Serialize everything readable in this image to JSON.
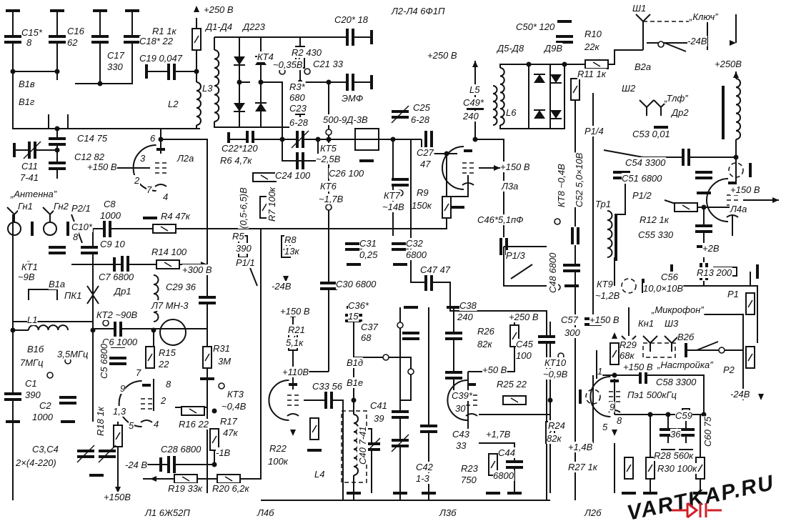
{
  "diagram_title": "Л2-Л4 6Ф1П",
  "tube_labels": {
    "l1": "Л1 6Ж52П",
    "l4b": "Л4б",
    "l3b": "Л3б",
    "l2b": "Л2б"
  },
  "watermark": "VARTKAP.RU",
  "watermark_color": "#d0202a",
  "labels": [
    {
      "id": "p250a",
      "text": "+250 В"
    },
    {
      "id": "c15",
      "text": "C15*"
    },
    {
      "id": "c15v",
      "text": "8"
    },
    {
      "id": "c16",
      "text": "C16"
    },
    {
      "id": "c16v",
      "text": "62"
    },
    {
      "id": "c17",
      "text": "C17"
    },
    {
      "id": "c17v",
      "text": "330"
    },
    {
      "id": "c18",
      "text": "C18* 22"
    },
    {
      "id": "r1",
      "text": "R1 1к"
    },
    {
      "id": "c19",
      "text": "C19 0,047"
    },
    {
      "id": "b1v",
      "text": "В1в"
    },
    {
      "id": "b1g",
      "text": "В1г"
    },
    {
      "id": "l2",
      "text": "L2"
    },
    {
      "id": "d14",
      "text": "Д1-Д4"
    },
    {
      "id": "d223",
      "text": "Д223"
    },
    {
      "id": "kt4",
      "text": "КТ4"
    },
    {
      "id": "kt4v",
      "text": "~0,35В"
    },
    {
      "id": "l3",
      "text": "L3"
    },
    {
      "id": "r2",
      "text": "R2 430"
    },
    {
      "id": "c21",
      "text": "C21 33"
    },
    {
      "id": "c20",
      "text": "C20* 18"
    },
    {
      "id": "r3",
      "text": "R3*"
    },
    {
      "id": "r3v",
      "text": "680"
    },
    {
      "id": "c23",
      "text": "C23"
    },
    {
      "id": "c23v",
      "text": "6-28"
    },
    {
      "id": "emf",
      "text": "ЭМФ"
    },
    {
      "id": "emfv",
      "text": "500-9Д-3В"
    },
    {
      "id": "c14",
      "text": "C14 75"
    },
    {
      "id": "c12",
      "text": "C12 82"
    },
    {
      "id": "c11",
      "text": "C11"
    },
    {
      "id": "c11v",
      "text": "7-41"
    },
    {
      "id": "pin6",
      "text": "6"
    },
    {
      "id": "pin3",
      "text": "3"
    },
    {
      "id": "l2a",
      "text": "Л2а"
    },
    {
      "id": "p150a",
      "text": "+150 В"
    },
    {
      "id": "pin2",
      "text": "2"
    },
    {
      "id": "pin7",
      "text": "7"
    },
    {
      "id": "pin4",
      "text": "4"
    },
    {
      "id": "c22",
      "text": "C22*120"
    },
    {
      "id": "r6",
      "text": "R6 4,7к"
    },
    {
      "id": "c24",
      "text": "C24 100"
    },
    {
      "id": "kt5",
      "text": "КТ5"
    },
    {
      "id": "kt5v",
      "text": "~2,5В"
    },
    {
      "id": "c26",
      "text": "C26 100"
    },
    {
      "id": "kt6",
      "text": "КТ6"
    },
    {
      "id": "kt6v",
      "text": "~1,7В"
    },
    {
      "id": "kt7",
      "text": "КТ7"
    },
    {
      "id": "kt7v",
      "text": "~14В"
    },
    {
      "id": "c25",
      "text": "C25"
    },
    {
      "id": "c25v",
      "text": "6-28"
    },
    {
      "id": "c27",
      "text": "C27"
    },
    {
      "id": "c27v",
      "text": "47"
    },
    {
      "id": "r9",
      "text": "R9"
    },
    {
      "id": "r9v",
      "text": "150к"
    },
    {
      "id": "p150b",
      "text": "+150 В"
    },
    {
      "id": "l3a",
      "text": "Л3а"
    },
    {
      "id": "p250b",
      "text": "+250 В"
    },
    {
      "id": "l5",
      "text": "L5"
    },
    {
      "id": "c49",
      "text": "C49*"
    },
    {
      "id": "c49v",
      "text": "240"
    },
    {
      "id": "l6",
      "text": "L6"
    },
    {
      "id": "d58",
      "text": "Д5-Д8"
    },
    {
      "id": "d9v",
      "text": "Д9В"
    },
    {
      "id": "c50",
      "text": "C50* 120"
    },
    {
      "id": "r10",
      "text": "R10"
    },
    {
      "id": "r10v",
      "text": "22к"
    },
    {
      "id": "r11",
      "text": "R11 1к"
    },
    {
      "id": "sh1",
      "text": "Ш1"
    },
    {
      "id": "key",
      "text": "„Ключ”"
    },
    {
      "id": "m24a",
      "text": "-24В"
    },
    {
      "id": "b2a",
      "text": "В2а"
    },
    {
      "id": "p250c",
      "text": "+250В"
    },
    {
      "id": "sh2",
      "text": "Ш2"
    },
    {
      "id": "tlf",
      "text": "„Тлф”"
    },
    {
      "id": "dr2",
      "text": "Др2"
    },
    {
      "id": "p14",
      "text": "Р1/4"
    },
    {
      "id": "c53",
      "text": "C53 0,01"
    },
    {
      "id": "c54",
      "text": "C54 3300"
    },
    {
      "id": "c51",
      "text": "C51 6800"
    },
    {
      "id": "p12",
      "text": "Р1/2"
    },
    {
      "id": "r12",
      "text": "R12 1к"
    },
    {
      "id": "c55",
      "text": "C55 330"
    },
    {
      "id": "p150c",
      "text": "+150 В"
    },
    {
      "id": "l4a",
      "text": "Л4а"
    },
    {
      "id": "tr1",
      "text": "Тр1"
    },
    {
      "id": "kt8",
      "text": "КТ8 ~0,4В"
    },
    {
      "id": "c52",
      "text": "C52 5,0×10В"
    },
    {
      "id": "c46",
      "text": "C46*5,1пФ"
    },
    {
      "id": "p13",
      "text": "Р1/3"
    },
    {
      "id": "p2v",
      "text": "+2В"
    },
    {
      "id": "r13",
      "text": "R13 200"
    },
    {
      "id": "c56",
      "text": "C56"
    },
    {
      "id": "c56v",
      "text": "10,0×10В"
    },
    {
      "id": "c48",
      "text": "C48 6800"
    },
    {
      "id": "ant",
      "text": "„Антенна”"
    },
    {
      "id": "gn1",
      "text": "Гн1"
    },
    {
      "id": "gn2",
      "text": "Гн2"
    },
    {
      "id": "p21",
      "text": "Р2/1"
    },
    {
      "id": "c8",
      "text": "C8"
    },
    {
      "id": "c8v",
      "text": "1000"
    },
    {
      "id": "c10",
      "text": "C10*"
    },
    {
      "id": "c10v",
      "text": "8"
    },
    {
      "id": "c9",
      "text": "C9 10"
    },
    {
      "id": "r4",
      "text": "R4 47к"
    },
    {
      "id": "r14",
      "text": "R14 100"
    },
    {
      "id": "r5",
      "text": "R5"
    },
    {
      "id": "r5v",
      "text": "390"
    },
    {
      "id": "r7",
      "text": "R7 100к"
    },
    {
      "id": "r7range",
      "text": "(0,5-6,5)В"
    },
    {
      "id": "r8",
      "text": "R8"
    },
    {
      "id": "r8v",
      "text": "13к"
    },
    {
      "id": "c31",
      "text": "C31"
    },
    {
      "id": "c31v",
      "text": "0,25"
    },
    {
      "id": "c32",
      "text": "C32"
    },
    {
      "id": "c32v",
      "text": "6800"
    },
    {
      "id": "p11",
      "text": "Р1/1"
    },
    {
      "id": "m24b",
      "text": "-24В"
    },
    {
      "id": "kt1",
      "text": "КТ1"
    },
    {
      "id": "kt1v",
      "text": "~9В"
    },
    {
      "id": "b1a",
      "text": "В1а"
    },
    {
      "id": "pk1",
      "text": "ПК1"
    },
    {
      "id": "c7",
      "text": "C7 6800"
    },
    {
      "id": "dr1",
      "text": "Др1"
    },
    {
      "id": "p300",
      "text": "+300 В"
    },
    {
      "id": "c29",
      "text": "C29 36"
    },
    {
      "id": "l7",
      "text": "Л7 МН-3"
    },
    {
      "id": "kt2",
      "text": "КТ2 ~90В"
    },
    {
      "id": "l1",
      "text": "L1"
    },
    {
      "id": "b1b",
      "text": "В1б"
    },
    {
      "id": "f7",
      "text": "7МГц"
    },
    {
      "id": "f35",
      "text": "3,5МГц"
    },
    {
      "id": "c6",
      "text": "C6 1000"
    },
    {
      "id": "r15",
      "text": "R15"
    },
    {
      "id": "r15v",
      "text": "22"
    },
    {
      "id": "r31",
      "text": "R31"
    },
    {
      "id": "r31v",
      "text": "3М"
    },
    {
      "id": "c1",
      "text": "C1"
    },
    {
      "id": "c1v",
      "text": "390"
    },
    {
      "id": "c2",
      "text": "C2"
    },
    {
      "id": "c2v",
      "text": "1000"
    },
    {
      "id": "c5",
      "text": "C5 6800"
    },
    {
      "id": "q9",
      "text": "9"
    },
    {
      "id": "q8",
      "text": "8"
    },
    {
      "id": "q7",
      "text": "7"
    },
    {
      "id": "q2",
      "text": "2"
    },
    {
      "id": "q13",
      "text": "1,3"
    },
    {
      "id": "q5",
      "text": "5"
    },
    {
      "id": "q4",
      "text": "4"
    },
    {
      "id": "r16",
      "text": "R16 22"
    },
    {
      "id": "kt3",
      "text": "КТ3"
    },
    {
      "id": "kt3v",
      "text": "~0,4В"
    },
    {
      "id": "r17",
      "text": "R17"
    },
    {
      "id": "r17v",
      "text": "47к"
    },
    {
      "id": "r18",
      "text": "R18 1к"
    },
    {
      "id": "c34",
      "text": "C3,C4"
    },
    {
      "id": "c34v",
      "text": "2×(4-220)"
    },
    {
      "id": "c28",
      "text": "C28 6800"
    },
    {
      "id": "m24c",
      "text": "-24 В"
    },
    {
      "id": "m1",
      "text": "-1В"
    },
    {
      "id": "p150d",
      "text": "+150В"
    },
    {
      "id": "r19",
      "text": "R19 33к"
    },
    {
      "id": "r20",
      "text": "R20 6,2к"
    },
    {
      "id": "c30",
      "text": "C30 6800"
    },
    {
      "id": "p150e",
      "text": "+150 В"
    },
    {
      "id": "r21",
      "text": "R21"
    },
    {
      "id": "r21v",
      "text": "5,1к"
    },
    {
      "id": "p110",
      "text": "+110В"
    },
    {
      "id": "c33",
      "text": "C33 56"
    },
    {
      "id": "r22",
      "text": "R22"
    },
    {
      "id": "r22v",
      "text": "100к"
    },
    {
      "id": "l4",
      "text": "L4"
    },
    {
      "id": "c36",
      "text": "C36*"
    },
    {
      "id": "c36v",
      "text": "15"
    },
    {
      "id": "c37",
      "text": "C37"
    },
    {
      "id": "c37v",
      "text": "68"
    },
    {
      "id": "b1d",
      "text": "В1д"
    },
    {
      "id": "b1e",
      "text": "В1е"
    },
    {
      "id": "c41",
      "text": "C41"
    },
    {
      "id": "c41v",
      "text": "39"
    },
    {
      "id": "c40",
      "text": "C40 7-41"
    },
    {
      "id": "c42",
      "text": "C42"
    },
    {
      "id": "c42v",
      "text": "1-3"
    },
    {
      "id": "c43",
      "text": "C43"
    },
    {
      "id": "c43v",
      "text": "33"
    },
    {
      "id": "c38",
      "text": "C38"
    },
    {
      "id": "c38v",
      "text": "240"
    },
    {
      "id": "c39",
      "text": "C39*"
    },
    {
      "id": "c39v",
      "text": "30"
    },
    {
      "id": "c47",
      "text": "C47 47"
    },
    {
      "id": "r26",
      "text": "R26"
    },
    {
      "id": "r26v",
      "text": "82к"
    },
    {
      "id": "p250d",
      "text": "+250 В"
    },
    {
      "id": "c45",
      "text": "C45"
    },
    {
      "id": "c45v",
      "text": "100"
    },
    {
      "id": "kt10",
      "text": "КТ10"
    },
    {
      "id": "kt10v",
      "text": "~0,9В"
    },
    {
      "id": "p50",
      "text": "+50 В"
    },
    {
      "id": "r25",
      "text": "R25 22"
    },
    {
      "id": "p17",
      "text": "+1,7В"
    },
    {
      "id": "c44",
      "text": "C44"
    },
    {
      "id": "c44v",
      "text": "6800"
    },
    {
      "id": "r23",
      "text": "R23"
    },
    {
      "id": "r23v",
      "text": "750"
    },
    {
      "id": "r24",
      "text": "R24"
    },
    {
      "id": "r24v",
      "text": "82к"
    },
    {
      "id": "kt9",
      "text": "КТ9"
    },
    {
      "id": "kt9v",
      "text": "~1,2В"
    },
    {
      "id": "c57",
      "text": "C57"
    },
    {
      "id": "c57v",
      "text": "300"
    },
    {
      "id": "p150f",
      "text": "+150 В"
    },
    {
      "id": "r29",
      "text": "R29"
    },
    {
      "id": "r29v",
      "text": "68к"
    },
    {
      "id": "p150g",
      "text": "+150 В"
    },
    {
      "id": "mic",
      "text": "„Микрофон”"
    },
    {
      "id": "kn1",
      "text": "Кн1"
    },
    {
      "id": "sh3",
      "text": "Ш3"
    },
    {
      "id": "b2b",
      "text": "В2б"
    },
    {
      "id": "p1",
      "text": "Р1"
    },
    {
      "id": "p2",
      "text": "Р2"
    },
    {
      "id": "m24d",
      "text": "-24В"
    },
    {
      "id": "tune",
      "text": "„Настройка”"
    },
    {
      "id": "c58",
      "text": "C58 3300"
    },
    {
      "id": "pe1",
      "text": "Пэ1 500кГц"
    },
    {
      "id": "z9",
      "text": "9"
    },
    {
      "id": "c59",
      "text": "C59"
    },
    {
      "id": "c60",
      "text": "C60 75"
    },
    {
      "id": "c59v",
      "text": "36"
    },
    {
      "id": "z5",
      "text": "5"
    },
    {
      "id": "z8",
      "text": "8"
    },
    {
      "id": "z1",
      "text": "1"
    },
    {
      "id": "p14v",
      "text": "+1,4В"
    },
    {
      "id": "r27",
      "text": "R27 1к"
    },
    {
      "id": "r28",
      "text": "R28 560к"
    },
    {
      "id": "r30",
      "text": "R30 100к"
    }
  ]
}
